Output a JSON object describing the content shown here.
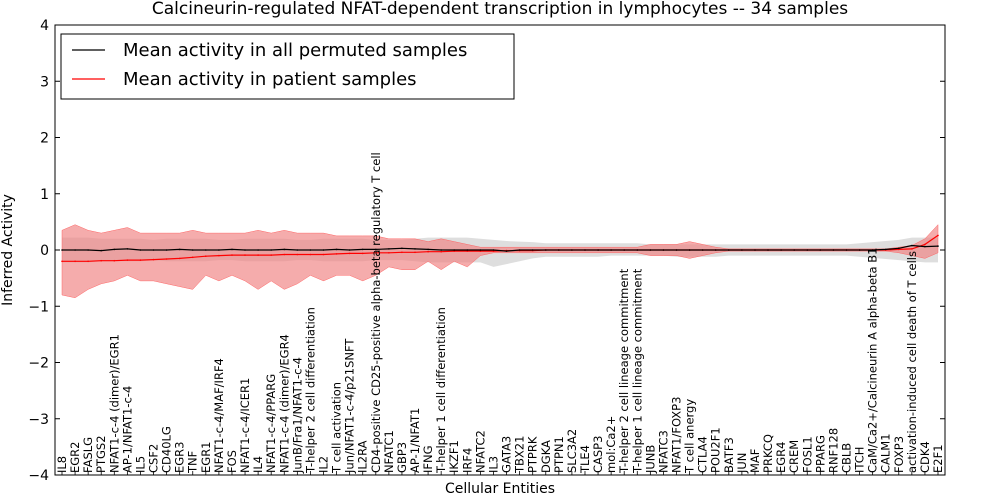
{
  "chart_data": {
    "type": "line",
    "title": "Calcineurin-regulated NFAT-dependent transcription in lymphocytes -- 34 samples",
    "xlabel": "Cellular Entities",
    "ylabel": "Inferred Activity",
    "ylim": [
      -4,
      4
    ],
    "yticks": [
      "4",
      "3",
      "2",
      "1",
      "0",
      "−1",
      "−2",
      "−3",
      "−4"
    ],
    "grid": false,
    "legend_position": "top-left",
    "colors": {
      "permuted": "#000000",
      "patient": "#ff0000",
      "permuted_band": "#c8c8c8",
      "patient_band": "#f08080"
    },
    "categories": [
      "IL8",
      "EGR2",
      "FASLG",
      "PTGS2",
      "NFAT1-c-4 (dimer)/EGR1",
      "AP-1/NFAT1-c-4",
      "IL5",
      "CSF2",
      "CD40LG",
      "EGR3",
      "TNF",
      "EGR1",
      "NFAT1-c-4/MAF/IRF4",
      "FOS",
      "NFAT1-c-4/ICER1",
      "IL4",
      "NFAT1-c-4/PPARG",
      "NFAT1-c-4 (dimer)/EGR4",
      "JunB/Fra1/NFAT1-c-4",
      "T-helper 2 cell differentiation",
      "IL2",
      "T cell activation",
      "Jun/NFAT1-c-4/p21SNFT",
      "IL2RA",
      "CD4-positive CD25-positive alpha-beta regulatory T cell",
      "NFATC1",
      "GBP3",
      "AP-1/NFAT1",
      "IFNG",
      "T-helper 1 cell differentiation",
      "IKZF1",
      "IRF4",
      "NFATC2",
      "IL3",
      "GATA3",
      "TBX21",
      "PTPRK",
      "DGKA",
      "PTPN1",
      "SLC3A2",
      "TLE4",
      "CASP3",
      "mol:Ca2+",
      "T-helper 2 cell lineage commitment",
      "T-helper 1 cell lineage commitment",
      "JUNB",
      "NFATC3",
      "NFAT1/FOXP3",
      "T cell anergy",
      "CTLA4",
      "POU2F1",
      "BATF3",
      "JUN",
      "MAF",
      "PRKCQ",
      "EGR4",
      "CREM",
      "FOSL1",
      "PPARG",
      "RNF128",
      "CBLB",
      "ITCH",
      "CaM/Ca2+/Calcineurin A alpha-beta B1",
      "CALM1",
      "FOXP3",
      "activation-induced cell death of T cells",
      "CDK4",
      "E2F1"
    ],
    "series": [
      {
        "name": "Mean activity in all permuted samples",
        "color": "#000000",
        "values": [
          0.0,
          0.0,
          0.0,
          -0.01,
          0.01,
          0.02,
          0.0,
          0.0,
          0.0,
          0.01,
          0.0,
          0.0,
          0.0,
          0.01,
          0.0,
          0.0,
          0.0,
          0.01,
          0.0,
          0.0,
          0.0,
          0.01,
          0.0,
          0.01,
          0.01,
          0.02,
          0.03,
          0.02,
          0.01,
          0.0,
          0.0,
          0.0,
          0.0,
          0.0,
          -0.02,
          0.0,
          0.0,
          0.0,
          0.0,
          0.0,
          0.0,
          0.0,
          0.0,
          0.0,
          0.0,
          0.0,
          0.0,
          0.0,
          0.0,
          0.0,
          0.0,
          0.0,
          0.0,
          0.0,
          0.0,
          0.0,
          0.0,
          0.0,
          0.0,
          0.0,
          0.0,
          0.0,
          0.0,
          0.01,
          0.03,
          0.08,
          0.06,
          0.07
        ],
        "lower": [
          -0.22,
          -0.22,
          -0.22,
          -0.2,
          -0.2,
          -0.2,
          -0.2,
          -0.18,
          -0.2,
          -0.2,
          -0.2,
          -0.2,
          -0.18,
          -0.18,
          -0.2,
          -0.2,
          -0.2,
          -0.2,
          -0.18,
          -0.18,
          -0.2,
          -0.2,
          -0.2,
          -0.2,
          -0.18,
          -0.18,
          -0.18,
          -0.2,
          -0.22,
          -0.22,
          -0.22,
          -0.22,
          -0.22,
          -0.3,
          -0.25,
          -0.2,
          -0.15,
          -0.12,
          -0.12,
          -0.12,
          -0.12,
          -0.12,
          -0.1,
          -0.1,
          -0.1,
          -0.1,
          -0.1,
          -0.12,
          -0.12,
          -0.12,
          -0.12,
          -0.1,
          -0.1,
          -0.1,
          -0.1,
          -0.1,
          -0.1,
          -0.1,
          -0.1,
          -0.1,
          -0.1,
          -0.12,
          -0.14,
          -0.16,
          -0.18,
          -0.2,
          -0.22,
          -0.22
        ],
        "upper": [
          0.22,
          0.22,
          0.22,
          0.2,
          0.2,
          0.2,
          0.2,
          0.18,
          0.2,
          0.2,
          0.2,
          0.2,
          0.18,
          0.18,
          0.2,
          0.2,
          0.2,
          0.2,
          0.18,
          0.18,
          0.2,
          0.2,
          0.2,
          0.2,
          0.18,
          0.18,
          0.18,
          0.2,
          0.22,
          0.22,
          0.22,
          0.22,
          0.2,
          0.18,
          0.16,
          0.15,
          0.14,
          0.12,
          0.12,
          0.12,
          0.12,
          0.12,
          0.12,
          0.12,
          0.12,
          0.1,
          0.1,
          0.1,
          0.1,
          0.1,
          0.1,
          0.1,
          0.1,
          0.1,
          0.1,
          0.1,
          0.1,
          0.1,
          0.1,
          0.1,
          0.1,
          0.12,
          0.14,
          0.16,
          0.18,
          0.22,
          0.22,
          0.22
        ]
      },
      {
        "name": "Mean activity in patient samples",
        "color": "#ff0000",
        "values": [
          -0.2,
          -0.2,
          -0.2,
          -0.19,
          -0.19,
          -0.18,
          -0.18,
          -0.17,
          -0.16,
          -0.15,
          -0.13,
          -0.11,
          -0.1,
          -0.09,
          -0.09,
          -0.09,
          -0.09,
          -0.08,
          -0.08,
          -0.08,
          -0.08,
          -0.07,
          -0.06,
          -0.06,
          -0.05,
          -0.05,
          -0.04,
          -0.04,
          -0.03,
          -0.03,
          -0.02,
          -0.02,
          -0.02,
          -0.02,
          -0.01,
          -0.01,
          -0.01,
          0.0,
          0.0,
          0.0,
          0.0,
          0.0,
          0.0,
          0.0,
          0.0,
          0.0,
          0.0,
          0.0,
          0.0,
          0.0,
          0.0,
          0.0,
          0.0,
          0.0,
          0.0,
          0.0,
          0.0,
          0.0,
          0.0,
          0.0,
          0.0,
          0.0,
          0.0,
          0.0,
          0.01,
          0.02,
          0.1,
          0.26
        ],
        "lower": [
          -0.8,
          -0.85,
          -0.7,
          -0.6,
          -0.55,
          -0.45,
          -0.55,
          -0.55,
          -0.6,
          -0.65,
          -0.7,
          -0.45,
          -0.55,
          -0.45,
          -0.55,
          -0.7,
          -0.55,
          -0.7,
          -0.6,
          -0.45,
          -0.55,
          -0.45,
          -0.45,
          -0.55,
          -0.45,
          -0.3,
          -0.35,
          -0.35,
          -0.2,
          -0.35,
          -0.2,
          -0.3,
          -0.1,
          -0.05,
          -0.05,
          -0.05,
          -0.05,
          -0.05,
          -0.05,
          -0.05,
          -0.05,
          -0.05,
          -0.05,
          -0.05,
          -0.05,
          -0.1,
          -0.1,
          -0.1,
          -0.15,
          -0.1,
          -0.05,
          -0.02,
          -0.02,
          -0.02,
          -0.02,
          -0.02,
          -0.02,
          -0.02,
          -0.02,
          -0.02,
          -0.02,
          -0.02,
          -0.02,
          -0.02,
          -0.05,
          -0.1,
          -0.15,
          -0.05
        ],
        "upper": [
          0.35,
          0.45,
          0.35,
          0.3,
          0.35,
          0.4,
          0.3,
          0.3,
          0.3,
          0.3,
          0.35,
          0.3,
          0.3,
          0.3,
          0.3,
          0.35,
          0.3,
          0.35,
          0.3,
          0.3,
          0.3,
          0.25,
          0.25,
          0.25,
          0.25,
          0.2,
          0.2,
          0.2,
          0.15,
          0.2,
          0.15,
          0.1,
          0.05,
          0.05,
          0.05,
          0.05,
          0.05,
          0.05,
          0.05,
          0.05,
          0.05,
          0.05,
          0.05,
          0.05,
          0.05,
          0.1,
          0.1,
          0.1,
          0.15,
          0.1,
          0.05,
          0.02,
          0.02,
          0.02,
          0.02,
          0.02,
          0.02,
          0.02,
          0.02,
          0.02,
          0.02,
          0.02,
          0.02,
          0.02,
          0.05,
          0.08,
          0.2,
          0.45
        ]
      }
    ]
  }
}
